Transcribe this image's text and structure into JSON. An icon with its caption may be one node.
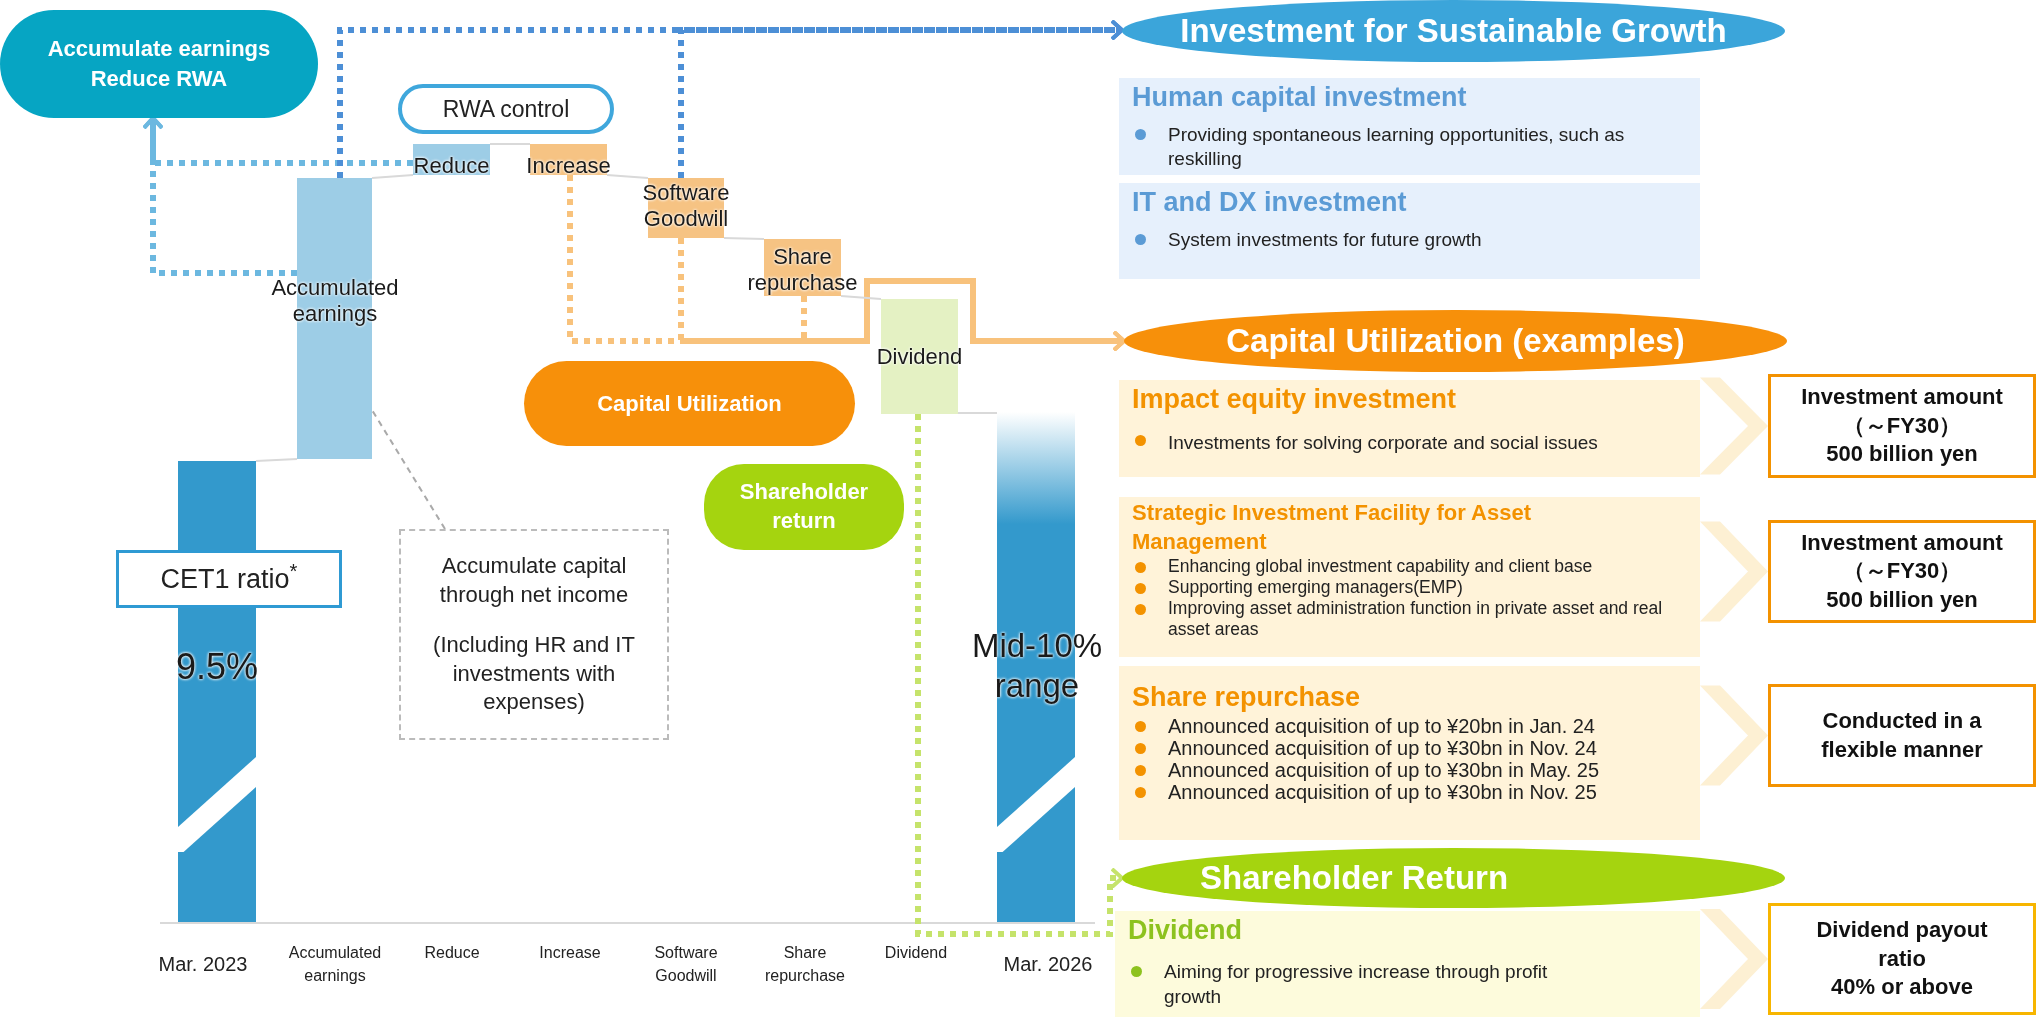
{
  "diagram": {
    "nodes": [
      {
        "text": [
          "Accumulate earnings Reduce RWA"
        ]
      },
      {
        "text": [
          "RWA control"
        ]
      },
      {
        "text": [
          "9.5%"
        ]
      },
      {
        "text": [
          "CET1 ratio$^{*}$"
        ]
      },
      {
        "text": [
          "Accumulated earnings"
        ]
      },
      {
        "text": [
          "Reduce"
        ]
      },
      {
        "text": [
          "Increase"
        ]
      },
      {
        "text": [
          "Software Goodwill"
        ]
      },
      {
        "text": [
          "Share repurchase"
        ]
      },
      {
        "text": [
          "Dividend"
        ]
      },
      {
        "text": [
          "Mid-10% range"
        ]
      },
      {
        "text": [
          "Capital Utilization"
        ]
      },
      {
        "text": [
          "Shareholder return"
        ]
      },
      {
        "text": [
          "Accumulate capital through net income",
          "(Including HR and IT investments with expenses)"
        ]
      },
      {
        "text": [
          "Investment for Sustainable Growth"
        ]
      },
      {
        "text": [
          "Human capital investment",
          "Providing spontaneous learning opportunities, such as reskilling"
        ]
      },
      {
        "text": [
          "IT and DX investment",
          "System investments for future growth"
        ]
      },
      {
        "text": [
          "Capital Utilization (examples)"
        ]
      },
      {
        "text": [
          "Impact equity investment",
          "Investments for solving corporate and social issues"
        ]
      },
      {
        "text": [
          "Strategic Investment Facility for Asset Management",
          "Enhancing global investment capability and client base",
          "Supporting emerging managers(EMP)",
          "Improving asset administration function in private asset and real asset areas"
        ]
      },
      {
        "text": [
          "Share repurchase",
          "Announced acquisition of up to ¥20bn in Jan. 24",
          "Announced acquisition of up to ¥30bn in Nov. 24",
          "Announced acquisition of up to ¥30bn in May. 25",
          "Announced acquisition of up to ¥30bn in Nov. 25"
        ]
      },
      {
        "text": [
          "Shareholder Return"
        ]
      },
      {
        "text": [
          "Dividend",
          "Aiming for progressive increase through profit growth"
        ]
      },
      {
        "text": [
          "Investment amount",
          "（～FY30）",
          "500 billion yen"
        ]
      },
      {
        "text": [
          "Investment amount",
          "（～FY30）",
          "500 billion yen"
        ]
      },
      {
        "text": [
          "Conducted in a flexible manner"
        ]
      },
      {
        "text": [
          "Dividend payout ratio",
          "40% or above"
        ]
      }
    ],
    "edges": [
      {
        "from": 4,
        "to": 0,
        "arrow": "to",
        "style": "dashed",
        "color": "#6cb8e0"
      },
      {
        "from": 5,
        "to": 0,
        "arrow": "to",
        "style": "dashed",
        "color": "#6cb8e0"
      },
      {
        "from": 4,
        "to": 14,
        "arrow": "to",
        "style": "dashed",
        "color": "#4d8fd6"
      },
      {
        "from": 7,
        "to": 14,
        "arrow": "to",
        "style": "dashed",
        "color": "#4d8fd6"
      },
      {
        "from": 6,
        "to": 17,
        "arrow": "to",
        "style": "dashed",
        "color": "#f8c27c"
      },
      {
        "from": 7,
        "to": 17,
        "arrow": "to",
        "style": "dashed",
        "color": "#f8c27c"
      },
      {
        "from": 8,
        "to": 17,
        "arrow": "to",
        "style": "dashed",
        "color": "#f8c27c"
      },
      {
        "from": 9,
        "to": 21,
        "arrow": "to",
        "style": "dashed",
        "color": "#c5e36b"
      },
      {
        "from": 13,
        "to": 4,
        "arrow": "none",
        "style": "dashed",
        "color": "#aaaaaa"
      },
      {
        "from": 18,
        "to": 23,
        "arrow": "to",
        "color": "#fdf0d3"
      },
      {
        "from": 19,
        "to": 24,
        "arrow": "to",
        "color": "#fdf0d3"
      },
      {
        "from": 20,
        "to": 25,
        "arrow": "to",
        "color": "#fdf0d3"
      },
      {
        "from": 22,
        "to": 26,
        "arrow": "to",
        "color": "#fdf0d3"
      },
      {
        "from": 2,
        "to": 4,
        "arrow": "none",
        "color": "#d9d9d9"
      },
      {
        "from": 4,
        "to": 5,
        "arrow": "none",
        "color": "#d9d9d9"
      },
      {
        "from": 5,
        "to": 6,
        "arrow": "none",
        "color": "#d9d9d9"
      },
      {
        "from": 6,
        "to": 7,
        "arrow": "none",
        "color": "#d9d9d9"
      },
      {
        "from": 7,
        "to": 8,
        "arrow": "none",
        "color": "#d9d9d9"
      },
      {
        "from": 8,
        "to": 9,
        "arrow": "none",
        "color": "#d9d9d9"
      },
      {
        "from": 9,
        "to": 10,
        "arrow": "none",
        "color": "#d9d9d9"
      }
    ],
    "labels": [
      "Mar. 2023",
      "Accumulated earnings",
      "Reduce",
      "Increase",
      "Software Goodwill",
      "Share repurchase",
      "Dividend",
      "Mar. 2026"
    ]
  }
}
